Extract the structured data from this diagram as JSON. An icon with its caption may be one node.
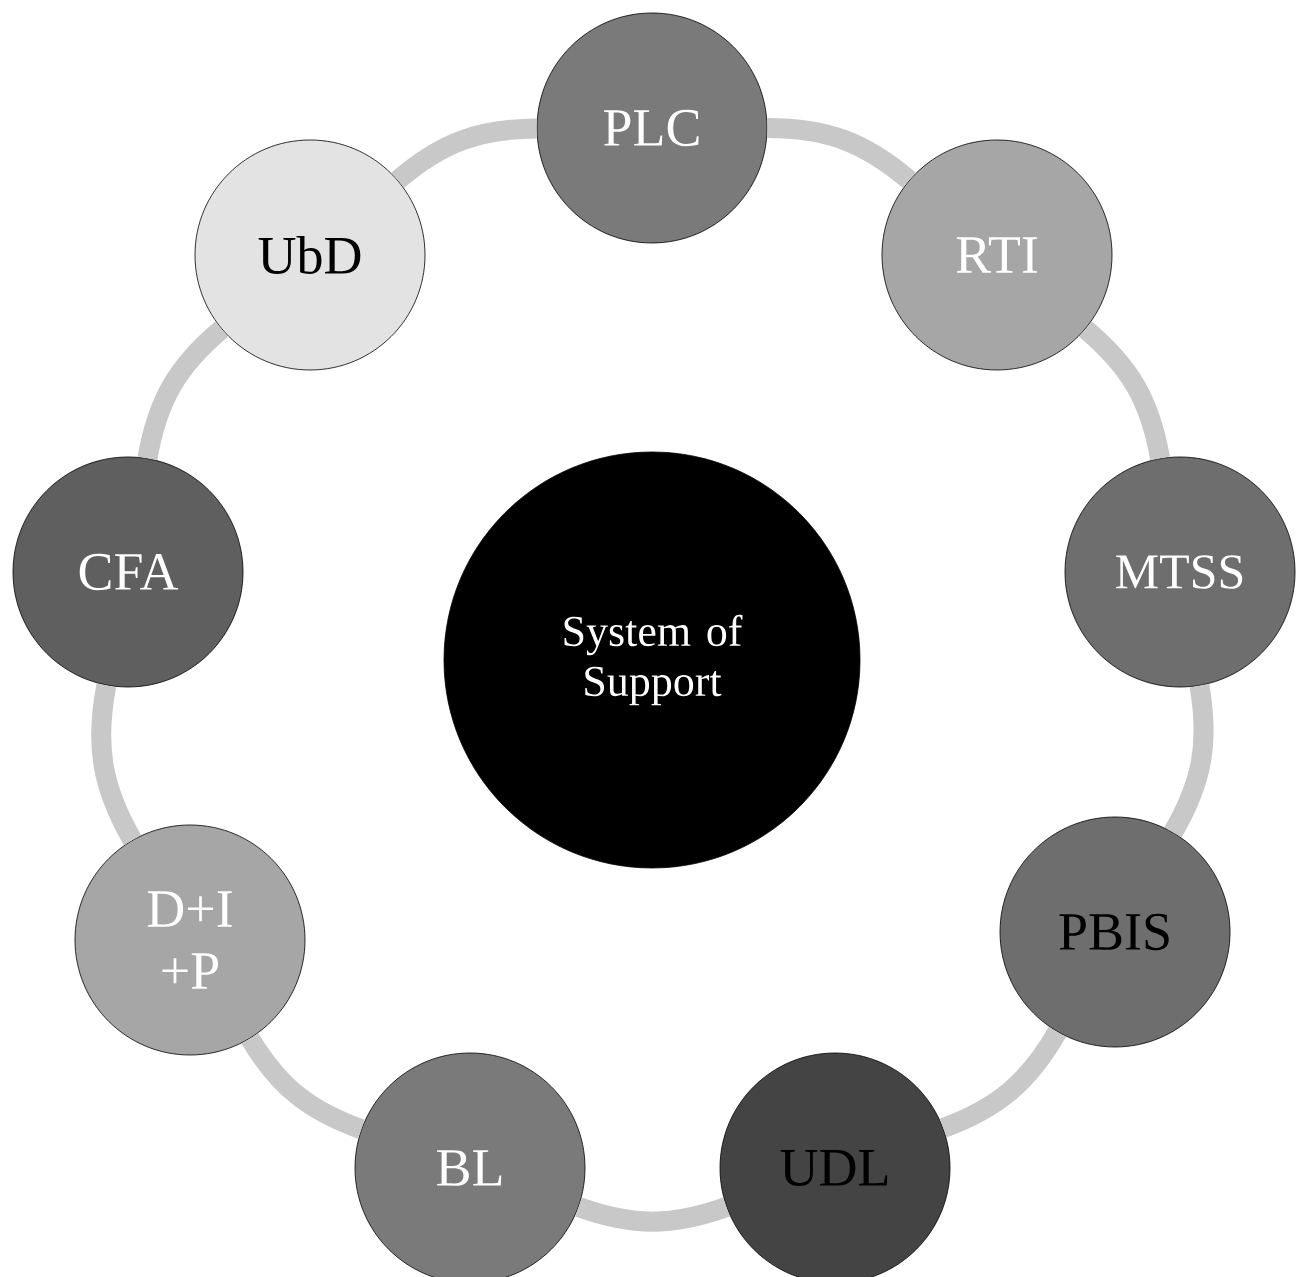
{
  "diagram": {
    "nodes": [
      {
        "text": [
          "PLC"
        ]
      },
      {
        "text": [
          "RTI"
        ]
      },
      {
        "text": [
          "MTSS"
        ]
      },
      {
        "text": [
          "PBIS"
        ]
      },
      {
        "text": [
          "UDL"
        ]
      },
      {
        "text": [
          "BL"
        ]
      },
      {
        "text": [
          "D+I +P"
        ]
      },
      {
        "text": [
          "CFA"
        ]
      },
      {
        "text": [
          "UbD"
        ]
      },
      {
        "text": [
          "System of Support"
        ]
      }
    ],
    "edges": [
      {
        "from": 0,
        "to": 1,
        "arrow": "none"
      },
      {
        "from": 1,
        "to": 2,
        "arrow": "none"
      },
      {
        "from": 2,
        "to": 3,
        "arrow": "none"
      },
      {
        "from": 3,
        "to": 4,
        "arrow": "none"
      },
      {
        "from": 4,
        "to": 5,
        "arrow": "none"
      },
      {
        "from": 5,
        "to": 6,
        "arrow": "none"
      },
      {
        "from": 6,
        "to": 7,
        "arrow": "none"
      },
      {
        "from": 7,
        "to": 8,
        "arrow": "none"
      },
      {
        "from": 8,
        "to": 0,
        "arrow": "none"
      }
    ]
  }
}
